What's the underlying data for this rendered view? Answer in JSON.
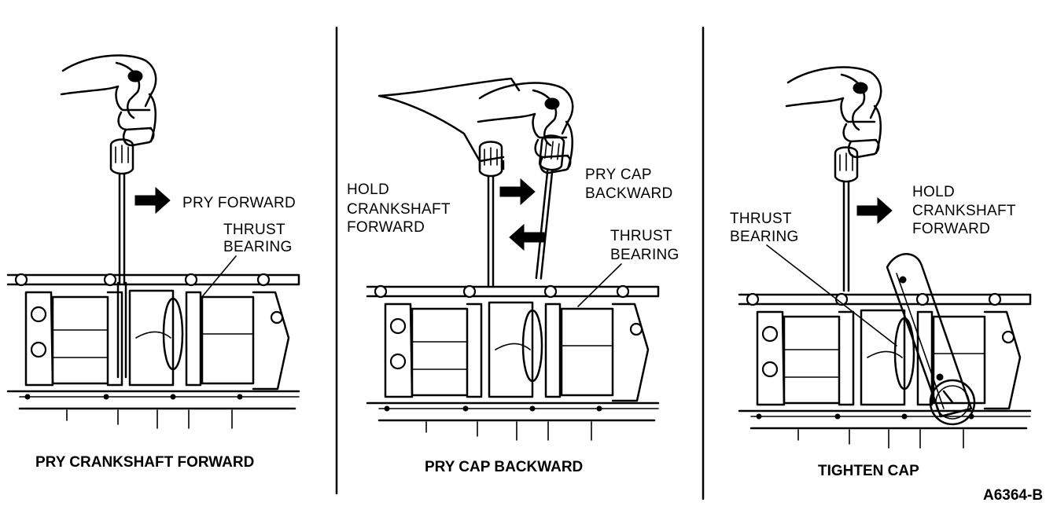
{
  "panels": [
    {
      "caption": "PRY CRANKSHAFT FORWARD",
      "labels": {
        "action": "PRY FORWARD",
        "thrust_1": "THRUST",
        "thrust_2": "BEARING"
      }
    },
    {
      "caption": "PRY CAP BACKWARD",
      "labels": {
        "hold_1": "HOLD",
        "hold_2": "CRANKSHAFT",
        "hold_3": "FORWARD",
        "pry_1": "PRY CAP",
        "pry_2": "BACKWARD",
        "thrust_1": "THRUST",
        "thrust_2": "BEARING"
      }
    },
    {
      "caption": "TIGHTEN CAP",
      "labels": {
        "thrust_1": "THRUST",
        "thrust_2": "BEARING",
        "hold_1": "HOLD",
        "hold_2": "CRANKSHAFT",
        "hold_3": "FORWARD"
      }
    }
  ],
  "figure_id": "A6364-B"
}
